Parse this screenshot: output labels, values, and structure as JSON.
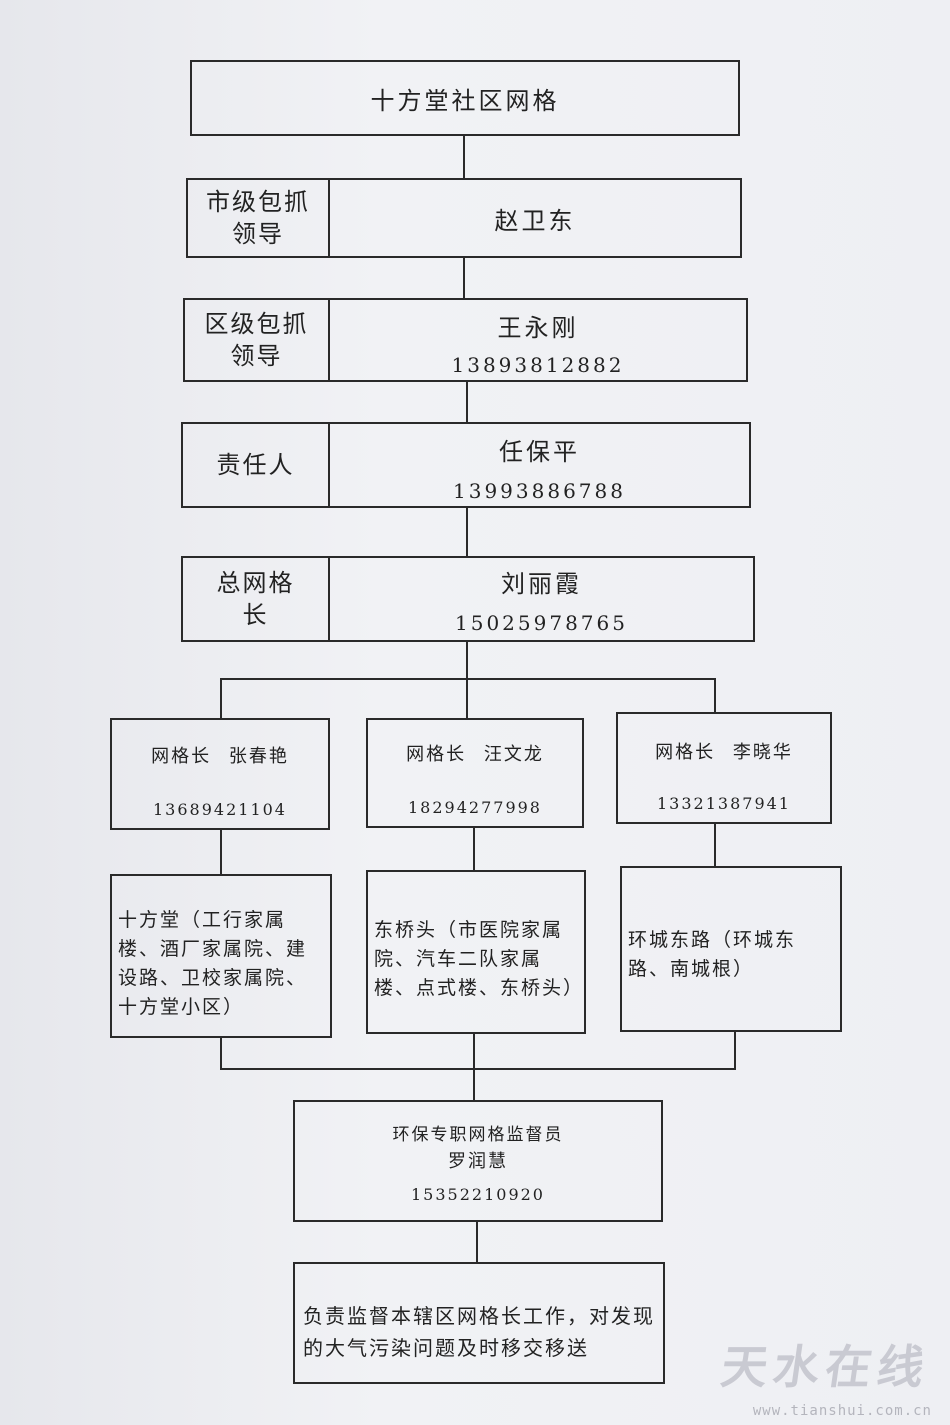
{
  "chart_title": "十方堂社区网格",
  "levels": [
    {
      "role": "市级包抓领导",
      "name": "赵卫东",
      "phone": ""
    },
    {
      "role": "区级包抓领导",
      "name": "王永刚",
      "phone": "13893812882"
    },
    {
      "role": "责任人",
      "name": "任保平",
      "phone": "13993886788"
    },
    {
      "role": "总网格长",
      "name": "刘丽霞",
      "phone": "15025978765"
    }
  ],
  "grid_leaders": [
    {
      "title": "网格长",
      "name": "张春艳",
      "phone": "13689421104",
      "area": "十方堂（工行家属楼、酒厂家属院、建设路、卫校家属院、十方堂小区）"
    },
    {
      "title": "网格长",
      "name": "汪文龙",
      "phone": "18294277998",
      "area": "东桥头（市医院家属院、汽车二队家属楼、点式楼、东桥头）"
    },
    {
      "title": "网格长",
      "name": "李晓华",
      "phone": "13321387941",
      "area": "环城东路（环城东路、南城根）"
    }
  ],
  "supervisor": {
    "title": "环保专职网格监督员",
    "name": "罗润慧",
    "phone": "15352210920"
  },
  "duty": "负责监督本辖区网格长工作，对发现的大气污染问题及时移交移送",
  "watermark": {
    "text": "天水在线",
    "url": "www.tianshui.com.cn"
  }
}
